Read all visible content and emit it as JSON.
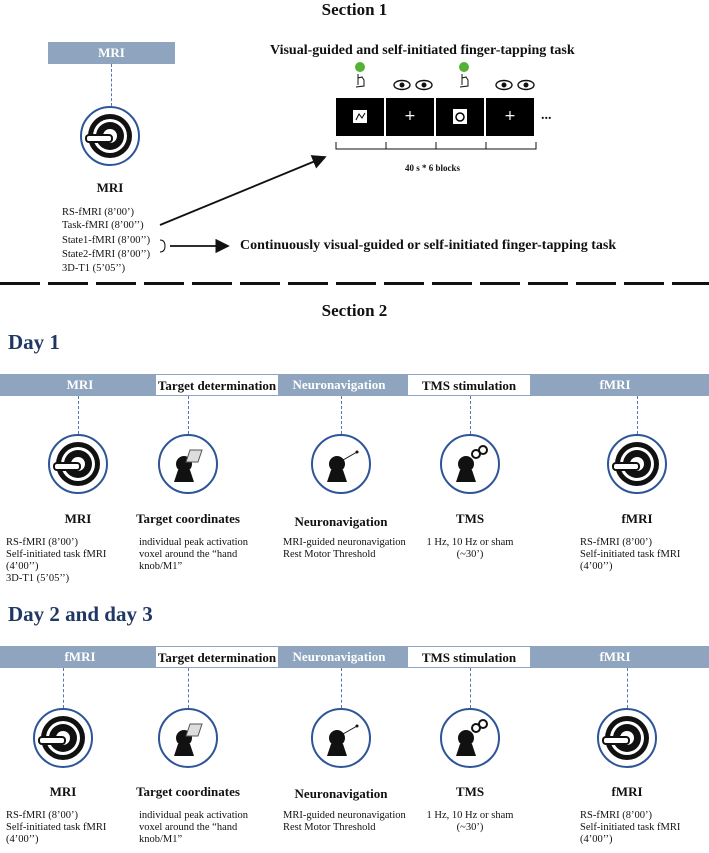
{
  "section1": {
    "title": "Section 1",
    "mri_header": "MRI",
    "mri_label": "MRI",
    "scans": [
      "RS-fMRI  (8’00’)",
      "Task-fMRI  (8’00’’)",
      "State1-fMRI  (8’00’’)",
      "State2-fMRI  (8’00’’)",
      "3D-T1  (5’05’’)"
    ],
    "task_title": "Visual-guided and self-initiated finger-tapping task",
    "frames": [
      "icon",
      "+",
      "icon",
      "+"
    ],
    "ellipsis": "...",
    "blocks_label": "40 s * 6 blocks",
    "continuous_label": "Continuously visual-guided or self-initiated finger-tapping task"
  },
  "section2": {
    "title": "Section 2",
    "days": [
      {
        "title": "Day 1",
        "headers": [
          "MRI",
          "Target determination",
          "Neuronavigation",
          "TMS stimulation",
          "fMRI"
        ],
        "icon_titles": [
          "MRI",
          "Target coordinates",
          "Neuronavigation",
          "TMS",
          "fMRI"
        ],
        "col1": [
          "RS-fMRI  (8’00’)",
          "Self-initiated  task fMRI",
          "(4’00’’)",
          "3D-T1  (5’05’’)"
        ],
        "col2": [
          "individual peak activation",
          "voxel around the “hand",
          "knob/M1”"
        ],
        "col3": [
          "MRI-guided  neuronavigation",
          "Rest Motor Threshold"
        ],
        "col4": [
          "1 Hz,  10 Hz or sham",
          "(~30’)"
        ],
        "col5": [
          "RS-fMRI  (8’00’)",
          "Self-initiated  task fMRI",
          "(4’00’’)"
        ]
      },
      {
        "title": "Day 2 and day 3",
        "headers": [
          "fMRI",
          "Target determination",
          "Neuronavigation",
          "TMS stimulation",
          "fMRI"
        ],
        "icon_titles": [
          "MRI",
          "Target coordinates",
          "Neuronavigation",
          "TMS",
          "fMRI"
        ],
        "col1": [
          "RS-fMRI  (8’00’)",
          "Self-initiated  task fMRI",
          "(4’00’’)"
        ],
        "col2": [
          "individual peak activation",
          "voxel around the “hand",
          "knob/M1”"
        ],
        "col3": [
          "MRI-guided  neuronavigation",
          "Rest Motor Threshold"
        ],
        "col4": [
          "1 Hz,  10 Hz or sham",
          "(~30’)"
        ],
        "col5": [
          "RS-fMRI  (8’00’)",
          "Self-initiated  task fMRI",
          "(4’00’’)"
        ]
      }
    ]
  },
  "colors": {
    "bar": "#8ea4bf",
    "accent": "#2e5597",
    "title": "#1f3864",
    "green": "#55b135"
  },
  "icons": [
    "mri-scanner-icon",
    "head-target-icon",
    "head-pointer-icon",
    "tms-coil-icon",
    "eye-icon",
    "finger-tap-icon"
  ]
}
